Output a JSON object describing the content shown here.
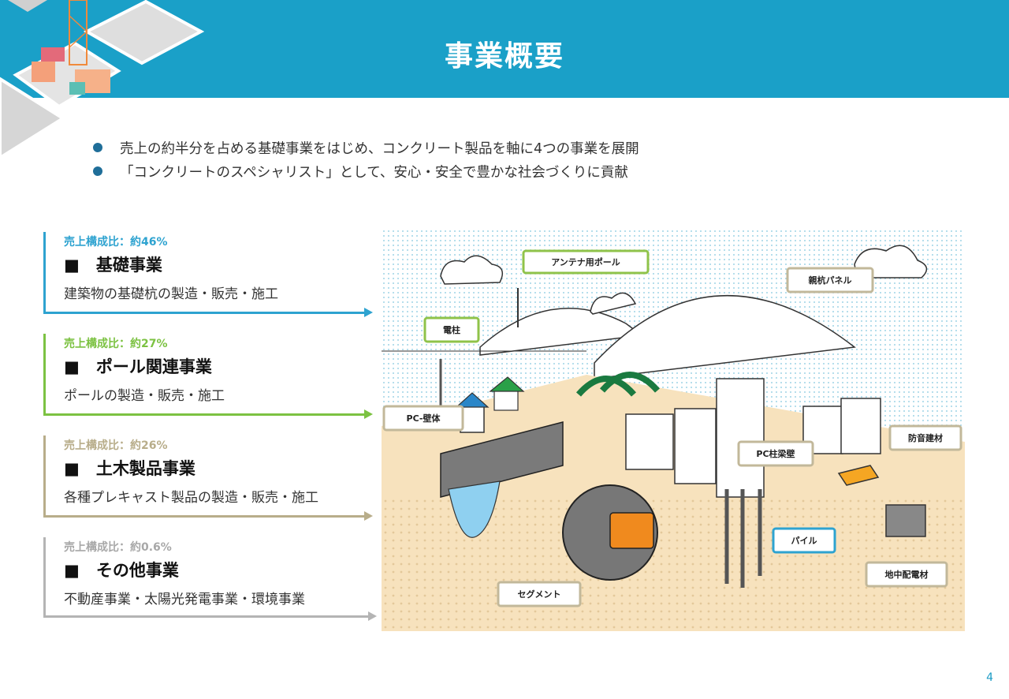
{
  "header": {
    "title": "事業概要"
  },
  "bullets": [
    "売上の約半分を占める基礎事業をはじめ、コンクリート製品を軸に4つの事業を展開",
    "「コンクリートのスペシャリスト」として、安心・安全で豊かな社会づくりに貢献"
  ],
  "segments": [
    {
      "ratio": "売上構成比：約46%",
      "title": "■　基礎事業",
      "desc": "建築物の基礎杭の製造・販売・施工",
      "color": "#2ea3d0"
    },
    {
      "ratio": "売上構成比：約27%",
      "title": "■　ポール関連事業",
      "desc": "ポールの製造・販売・施工",
      "color": "#7cc242"
    },
    {
      "ratio": "売上構成比：約26%",
      "title": "■　土木製品事業",
      "desc": "各種プレキャスト製品の製造・販売・施工",
      "color": "#b8ad8a"
    },
    {
      "ratio": "売上構成比：約0.6%",
      "title": "■　その他事業",
      "desc": "不動産事業・太陽光発電事業・環境事業",
      "color": "#b4b4b4"
    }
  ],
  "illustration_labels": {
    "antenna_pole": "アンテナ用ポール",
    "pile_panel": "親杭パネル",
    "utility_pole": "電柱",
    "pc_wall": "PC-壁体",
    "soundproof": "防音建材",
    "pc_column_beam": "PC柱梁壁",
    "pile": "パイル",
    "underground": "地中配電材",
    "segment": "セグメント"
  },
  "page_number": "4"
}
